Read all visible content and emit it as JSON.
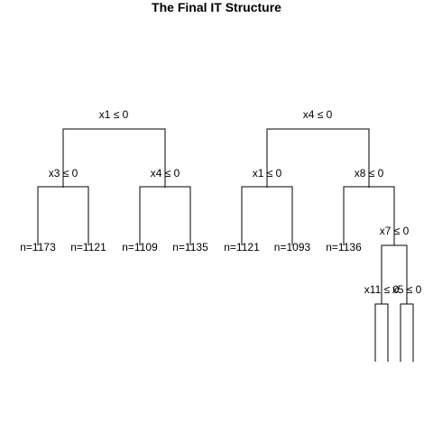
{
  "title": "The Final IT Structure",
  "le_symbol": "≤",
  "splits": [
    {
      "id": "s_left_root",
      "var": "x1",
      "value": "0"
    },
    {
      "id": "s_left_l",
      "var": "x3",
      "value": "0"
    },
    {
      "id": "s_left_r",
      "var": "x4",
      "value": "0"
    },
    {
      "id": "s_right_root",
      "var": "x4",
      "value": "0"
    },
    {
      "id": "s_right_l",
      "var": "x1",
      "value": "0"
    },
    {
      "id": "s_right_r",
      "var": "x8",
      "value": "0"
    },
    {
      "id": "s_x7",
      "var": "x7",
      "value": "0"
    },
    {
      "id": "s_x11",
      "var": "x11",
      "value": "0"
    },
    {
      "id": "s_x5",
      "var": "x5",
      "value": "0"
    }
  ],
  "leaves": [
    {
      "id": "leaf1",
      "n": "n=1173"
    },
    {
      "id": "leaf2",
      "n": "n=1121"
    },
    {
      "id": "leaf3",
      "n": "n=1109"
    },
    {
      "id": "leaf4",
      "n": "n=1135"
    },
    {
      "id": "leaf5",
      "n": "n=1121"
    },
    {
      "id": "leaf6",
      "n": "n=1093"
    },
    {
      "id": "leaf7",
      "n": "n=1136"
    }
  ]
}
